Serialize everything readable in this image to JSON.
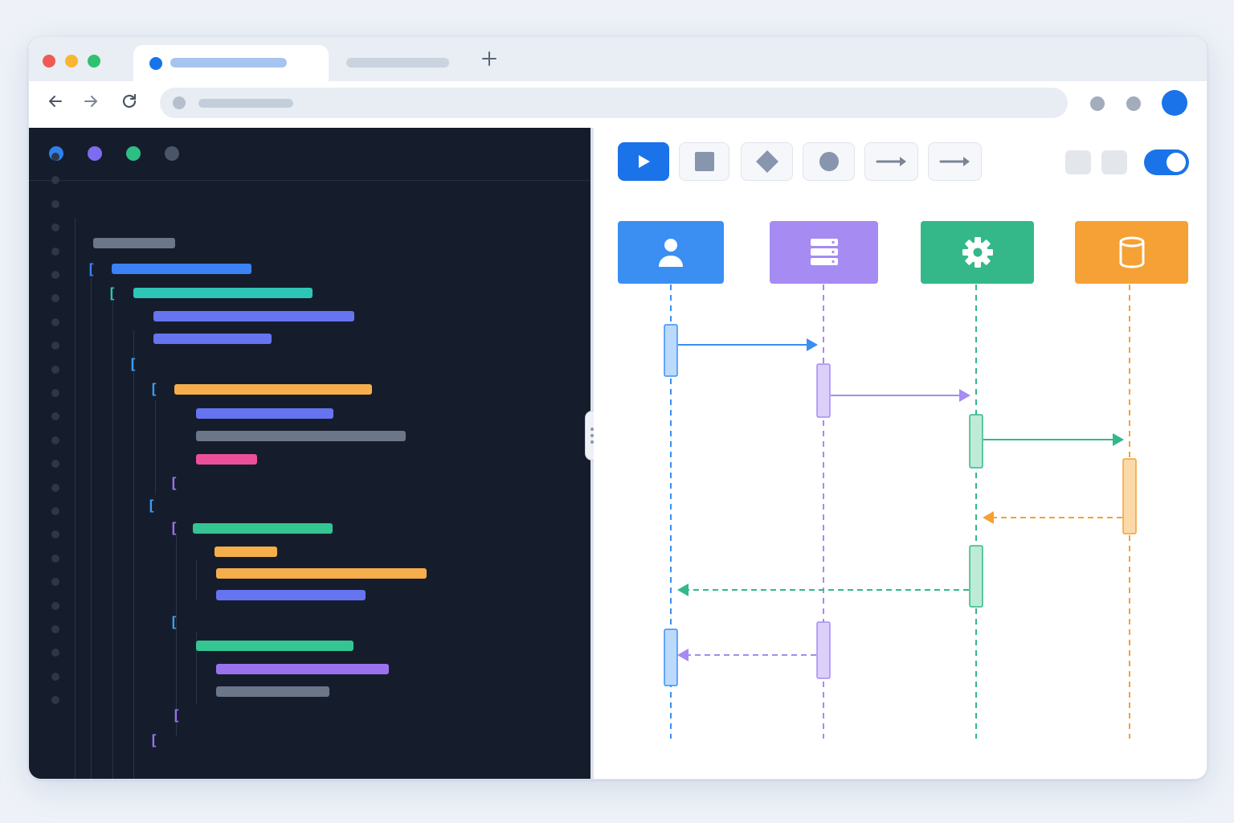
{
  "browser": {
    "active_tab": {
      "title": ""
    },
    "inactive_tab": {
      "title": ""
    },
    "new_tab_icon": "plus-icon",
    "address_bar": {
      "url": ""
    },
    "nav_icons": [
      "arrow-left-icon",
      "arrow-right-icon",
      "reload-icon"
    ]
  },
  "editor": {
    "theme": "dark",
    "line_count": 24,
    "code_colors": {
      "gray": "#6b7689",
      "blue": "#3b82f6",
      "teal": "#2ec5b6",
      "indigo": "#6674f0",
      "orange": "#f6ad4b",
      "pink": "#ec4f9a",
      "green": "#34c692",
      "purple": "#9b72ee"
    }
  },
  "toolbar": {
    "tools": [
      "play-icon",
      "square-icon",
      "diamond-icon",
      "circle-icon",
      "arrow-right-icon",
      "arrow-right-icon"
    ],
    "active_tool": "play-icon",
    "toggle_on": true
  },
  "sequence_diagram": {
    "participants": [
      {
        "icon": "user-icon",
        "color": "#3b8ff3"
      },
      {
        "icon": "server-icon",
        "color": "#a58bf2"
      },
      {
        "icon": "gear-icon",
        "color": "#34b889"
      },
      {
        "icon": "database-icon",
        "color": "#f5a135"
      }
    ],
    "messages": [
      {
        "from": 0,
        "to": 1,
        "style": "solid"
      },
      {
        "from": 1,
        "to": 2,
        "style": "solid"
      },
      {
        "from": 2,
        "to": 3,
        "style": "solid"
      },
      {
        "from": 3,
        "to": 2,
        "style": "dashed"
      },
      {
        "from": 2,
        "to": 0,
        "style": "dashed"
      },
      {
        "from": 1,
        "to": 0,
        "style": "dashed"
      }
    ]
  }
}
